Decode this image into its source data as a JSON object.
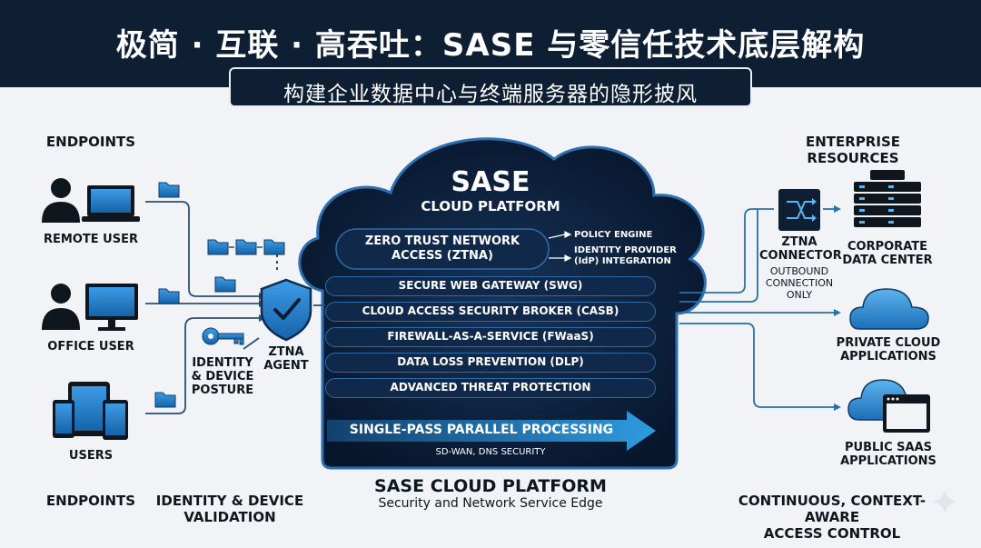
{
  "title": "极简 · 互联 · 高吞吐：SASE 与零信任技术底层解构",
  "subtitle": "构建企业数据中心与终端服务器的隐形披风",
  "left": {
    "heading": "ENDPOINTS",
    "remote_user": "REMOTE USER",
    "office_user": "OFFICE USER",
    "users": "USERS",
    "footer": "ENDPOINTS"
  },
  "middle_left": {
    "identity_posture": "IDENTITY\n& DEVICE\nPOSTURE",
    "ztna_agent": "ZTNA\nAGENT",
    "footer": "IDENTITY & DEVICE\nVALIDATION"
  },
  "cloud": {
    "title": "SASE",
    "subtitle": "CLOUD PLATFORM",
    "ztna": "ZERO TRUST NETWORK\nACCESS (ZTNA)",
    "policy_engine": "POLICY ENGINE",
    "idp": "IDENTITY PROVIDER\n(IdP) INTEGRATION",
    "services": [
      "SECURE WEB GATEWAY (SWG)",
      "CLOUD ACCESS SECURITY BROKER (CASB)",
      "FIREWALL-AS-A-SERVICE (FWaaS)",
      "DATA LOSS PREVENTION (DLP)",
      "ADVANCED THREAT PROTECTION"
    ],
    "processing": "SINGLE-PASS PARALLEL PROCESSING",
    "sdwan": "SD-WAN, DNS SECURITY",
    "footer_title": "SASE CLOUD PLATFORM",
    "footer_sub": "Security and Network Service Edge"
  },
  "right": {
    "heading": "ENTERPRISE RESOURCES",
    "connector": "ZTNA\nCONNECTOR",
    "outbound": "OUTBOUND\nCONNECTION\nONLY",
    "datacenter": "CORPORATE\nDATA CENTER",
    "private_cloud": "PRIVATE CLOUD\nAPPLICATIONS",
    "public_saas": "PUBLIC SAAS\nAPPLICATIONS",
    "footer": "CONTINUOUS, CONTEXT-AWARE\nACCESS CONTROL"
  },
  "colors": {
    "navy": "#0e1f33",
    "cloud": "#0b1b30",
    "accent": "#2e8fd6",
    "line": "#3a5c80"
  }
}
